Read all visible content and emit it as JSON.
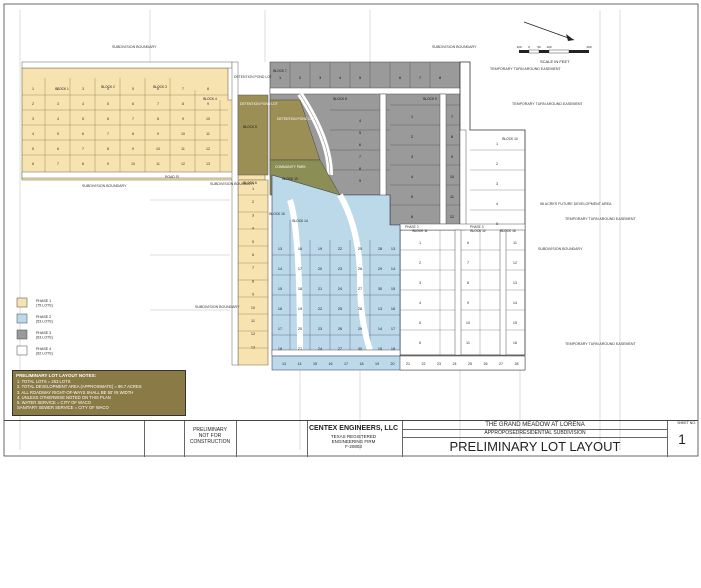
{
  "title_block": {
    "project_name": "THE GRAND MEADOW AT LORENA",
    "project_subtitle": "APPROPOSEDRESIDENTIAL SUBDIVISION",
    "sheet_title": "PRELIMINARY LOT LAYOUT",
    "sheet_number": "1",
    "sheet_no_label": "SHEET NO.",
    "firm_name": "CENTEX ENGINEERS, LLC",
    "firm_line1": "TEXAS REGISTERED",
    "firm_line2": "ENGINEERING FIRM",
    "firm_number": "F-20803",
    "status_line1": "PRELIMINARY",
    "status_line2": "NOT FOR",
    "status_line3": "CONSTRUCTION"
  },
  "notes": {
    "heading": "PRELIMINARY LOT LAYOUT NOTES:",
    "items": [
      "1.   TOTAL LOTS = 253 LOTS",
      "2.   TOTAL DEVELOPMENT AREA (APPROXIMATE) = 96.7 ACRES",
      "3.   ALL ROADWAY RIGHT-OF-WAYS SHALL BE 50' IN WIDTH",
      "4.   UNLESS OTHERWISE NOTED ON THIS PLAN",
      "5.   WATER SERVICE = CITY OF WACO",
      "      SANITARY SEWER SERVICE = CITY OF WACO"
    ]
  },
  "legend": {
    "items": [
      {
        "label": "PHASE 1",
        "count": "(75 LOTS)",
        "color": "#f7e3b0"
      },
      {
        "label": "PHASE 2",
        "count": "(53 LOTS)",
        "color": "#bcd9ea"
      },
      {
        "label": "PHASE 3",
        "count": "(63 LOTS)",
        "color": "#9a9a9a"
      },
      {
        "label": "PHASE 4",
        "count": "(62 LOTS)",
        "color": "#ffffff"
      }
    ]
  },
  "scale": {
    "label": "SCALE IN FEET",
    "ticks": [
      "100",
      "0",
      "50",
      "100",
      "200"
    ]
  },
  "labels": {
    "subdivision_boundary": "SUBDIVISION BOUNDARY",
    "detention_pond": "DETENTION POND LOT",
    "community_park": "COMMUNITY PARK",
    "temp_turnaround": "TEMPORARY TURN AROUND EASEMENT",
    "future_dev": "96 ACRES FUTURE DEVELOPMENT AREA",
    "road_b": "ROAD 'B'",
    "phase_1": "PHASE 1",
    "phase_2": "PHASE 2",
    "phase_3": "PHASE 3"
  },
  "blocks": [
    "BLOCK 1",
    "BLOCK 2",
    "BLOCK 3",
    "BLOCK 4",
    "BLOCK 5",
    "BLOCK 6",
    "BLOCK 7",
    "BLOCK 8",
    "BLOCK 9",
    "BLOCK 10",
    "BLOCK 11",
    "BLOCK 12",
    "BLOCK 13",
    "BLOCK 14",
    "BLOCK 15",
    "BLOCK 16"
  ],
  "phase2_lots": [
    "13",
    "14",
    "15",
    "16",
    "17",
    "18",
    "19",
    "20",
    "21",
    "22",
    "23",
    "24",
    "25",
    "26",
    "27",
    "28",
    "29",
    "30"
  ],
  "phase1_lots": [
    "1",
    "2",
    "3",
    "4",
    "5",
    "6",
    "7",
    "8",
    "9",
    "10",
    "11",
    "12",
    "13"
  ],
  "phase3_lots": [
    "1",
    "2",
    "3",
    "4",
    "5",
    "6",
    "7",
    "8",
    "9",
    "10",
    "11",
    "12"
  ],
  "phase4_lots": [
    "1",
    "2",
    "3",
    "4",
    "5",
    "6",
    "7",
    "8",
    "9",
    "10",
    "11",
    "12",
    "13",
    "14",
    "15",
    "16"
  ],
  "colors": {
    "phase1": "#f7e3b0",
    "phase2": "#bcd9ea",
    "phase3": "#9a9a9a",
    "phase4": "#ffffff",
    "notes_bg": "#8a7a45",
    "pond": "#9c8f55",
    "line": "#555555"
  }
}
